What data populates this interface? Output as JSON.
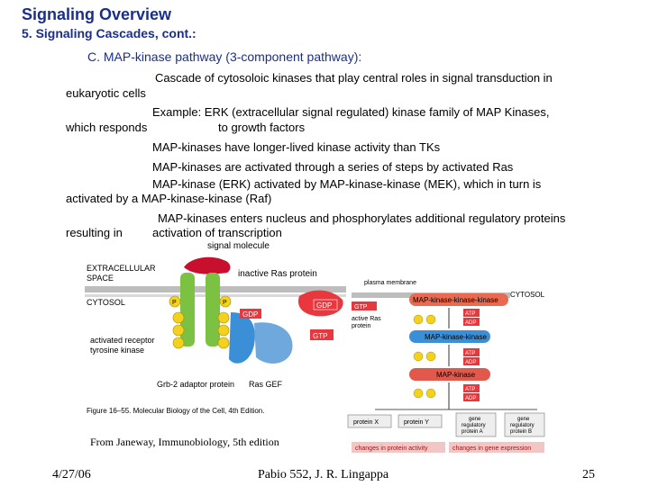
{
  "slide": {
    "title": "Signaling Overview",
    "subtitle": "5.  Signaling Cascades, cont.:",
    "section": "C. MAP-kinase pathway (3-component pathway):"
  },
  "body": {
    "p1_l1": "Cascade of cytosoloic kinases that play central roles in signal transduction in",
    "p1_l2": "eukaryotic cells",
    "p2_l1": "Example: ERK (extracellular signal regulated) kinase family of MAP Kinases,",
    "p2_l2a": "which responds",
    "p2_l2b": "to growth factors",
    "p3": "MAP-kinases have longer-lived kinase activity than TKs",
    "p4": "MAP-kinases are activated through a series of steps by activated Ras",
    "p5_l1": "MAP-kinase (ERK) activated by MAP-kinase-kinase (MEK), which in turn is",
    "p5_l2": "activated by a MAP-kinase-kinase  (Raf)",
    "p6_l1": "MAP-kinases enters nucleus and phosphorylates additional regulatory proteins",
    "p6_l2a": "resulting in",
    "p6_l2b": "activation of transcription"
  },
  "figure": {
    "signal_molecule": "signal molecule",
    "extracellular": "EXTRACELLULAR",
    "space": "SPACE",
    "cytosol_left": "CYTOSOL",
    "inactive_ras": "inactive Ras protein",
    "plasma_membrane": "plasma membrane",
    "cytosol_right": "CYTOSOL",
    "mapkkk": "MAP-kinase-kinase-kinase",
    "mapkk": "MAP-kinase-kinase",
    "mapk": "MAP-kinase",
    "gdp": "GDP",
    "gtp": "GTP",
    "atp": "ATP",
    "adp": "ADP",
    "p": "P",
    "active_ras_l1": "active Ras",
    "active_ras_l2": "protein",
    "activated_receptor_l1": "activated receptor",
    "activated_receptor_l2": "tyrosine kinase",
    "grb2": "Grb-2 adaptor protein",
    "ras_gef": "Ras GEF",
    "caption": "Figure 16–55. Molecular Biology of the Cell, 4th Edition.",
    "protein_x": "protein X",
    "protein_y": "protein Y",
    "gene_reg_a_l1": "gene",
    "gene_reg_a_l2": "regulatory",
    "gene_reg_a_l3": "protein A",
    "gene_reg_b_l1": "gene",
    "gene_reg_b_l2": "regulatory",
    "gene_reg_b_l3": "protein B",
    "changes_activity": "changes in protein activity",
    "changes_expression": "changes in gene expression",
    "colors": {
      "receptor": "#7cc242",
      "ras": "#e8383d",
      "mapkkk": "#e86a50",
      "mapkk": "#3b8fd6",
      "mapk": "#e2584a",
      "phospho": "#f2d21e"
    }
  },
  "credit": "From Janeway, Immunobiology, 5th edition",
  "footer": {
    "date": "4/27/06",
    "course": "Pabio 552,  J. R. Lingappa",
    "page": "25"
  }
}
